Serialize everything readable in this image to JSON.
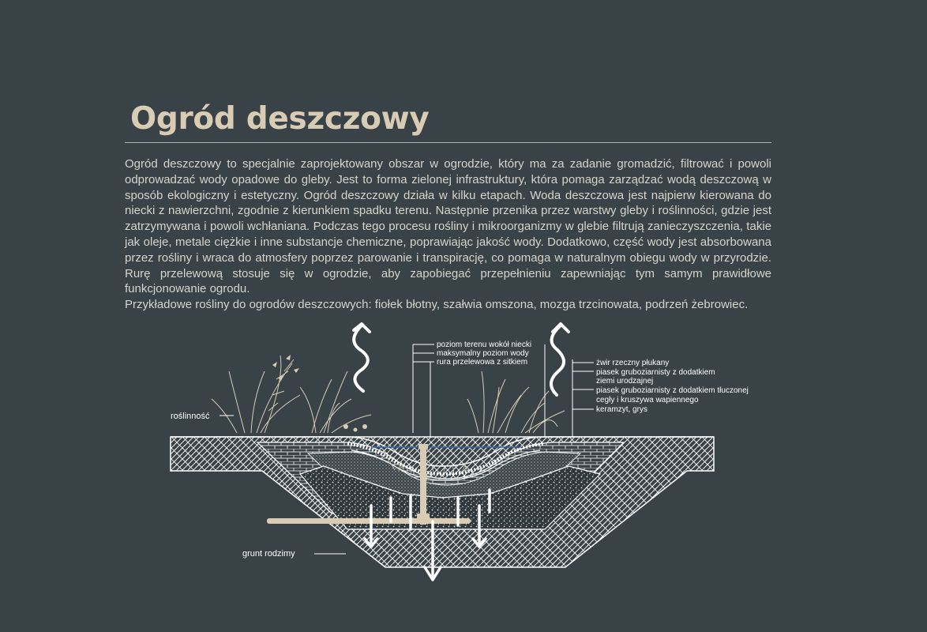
{
  "title": "Ogród deszczowy",
  "body": {
    "paragraph": "Ogród deszczowy to specjalnie zaprojektowany obszar w ogrodzie, który ma za zadanie gromadzić, filtrować i powoli odprowadzać wody opadowe do gleby. Jest to forma zielonej infrastruktury, która pomaga zarządzać wodą deszczową w sposób ekologiczny i estetyczny. Ogród deszczowy działa w kilku etapach. Woda deszczowa jest najpierw kierowana do niecki  z nawierzchni, zgodnie z kierunkiem spadku terenu. Następnie przenika przez warstwy gleby i roślinności, gdzie jest zatrzymywana i powoli wchłaniana. Podczas tego procesu rośliny i mikroorganizmy w glebie filtrują zanieczyszczenia, takie jak oleje, metale ciężkie i inne substancje chemiczne, poprawiając jakość wody. Dodatkowo, część wody jest absorbowana przez rośliny i wraca do atmosfery poprzez parowanie i transpirację, co pomaga w naturalnym obiegu wody w przyrodzie. Rurę przelewową stosuje się w ogrodzie, aby zapobiegać przepełnieniu zapewniając tym samym prawidłowe funkcjonowanie ogrodu.",
    "plants": "Przykładowe rośliny do ogrodów deszczowych: fiołek błotny, szałwia omszona, mozga trzcinowata,  podrzeń żebrowiec."
  },
  "diagram": {
    "labels_left": {
      "vegetation": "roślinność",
      "native_soil": "grunt rodzimy"
    },
    "labels_center": [
      "poziom terenu wokół niecki",
      "maksymalny poziom wody",
      "rura przelewowa z sitkiem"
    ],
    "labels_right": [
      "żwir rzeczny płukany",
      "piasek gruboziarnisty z dodatkiem",
      "ziemi urodzajnej",
      "piasek gruboziarnisty z dodatkiem tłuczonej",
      "cegły i kruszywa wapiennego",
      "keramzyt, grys"
    ]
  },
  "colors": {
    "background": "#384247",
    "title": "#d8ccb5",
    "body_text": "#d8d4cb",
    "pipe": "#d8ccb5",
    "water_level": "#2f5fa8",
    "line_art": "#ffffff"
  }
}
